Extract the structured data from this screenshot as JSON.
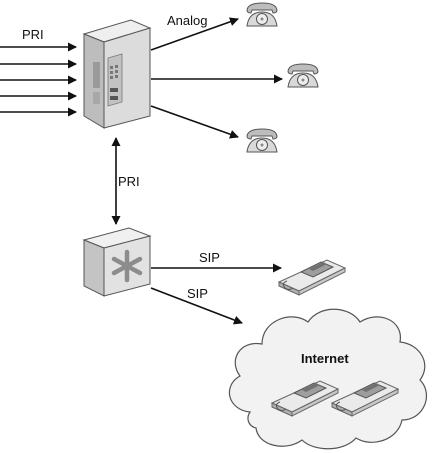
{
  "labels": {
    "pri_top": "PRI",
    "analog": "Analog",
    "pri_vertical": "PRI",
    "sip_upper": "SIP",
    "sip_lower": "SIP",
    "internet": "Internet"
  },
  "icons": {
    "pbx": "pbx-cabinet-icon",
    "asterisk": "asterisk-server-icon",
    "analog_phone": "rotary-phone-icon",
    "sip_phone": "ip-phone-icon",
    "cloud": "cloud-icon"
  },
  "colors": {
    "device_fill": "#d9d9d9",
    "device_dark": "#9a9a9a",
    "stroke": "#111111",
    "cloud_fill": "#f2f2f2"
  }
}
